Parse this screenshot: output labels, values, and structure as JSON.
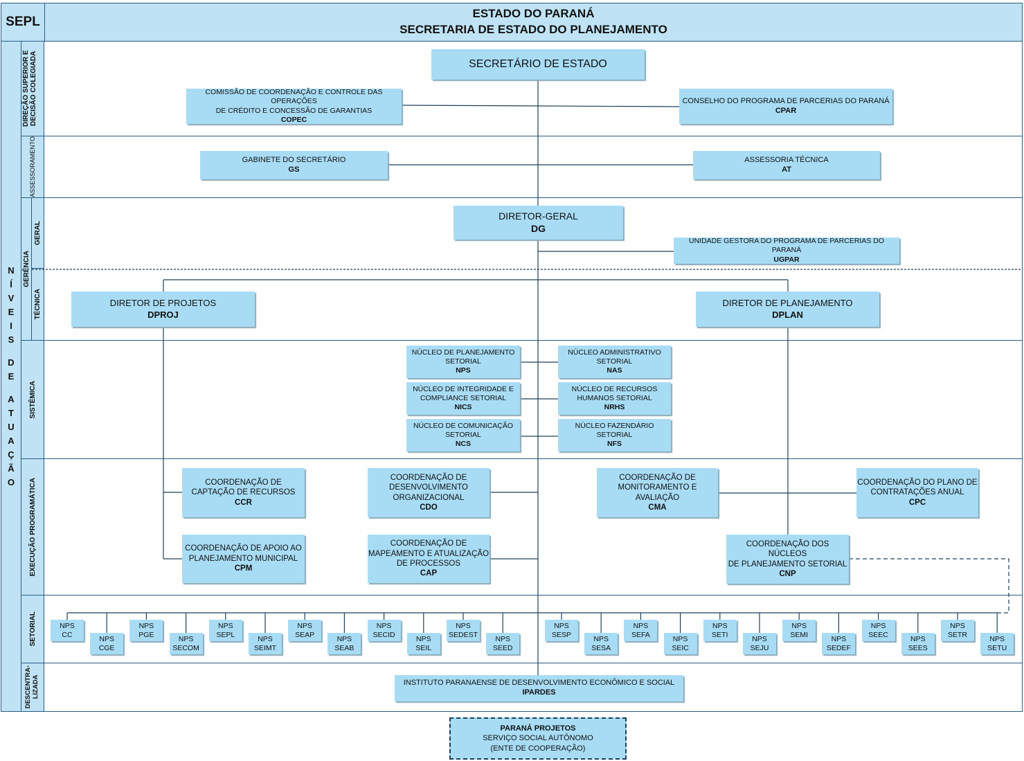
{
  "header": {
    "sepl": "SEPL",
    "title_line1": "ESTADO DO PARANÁ",
    "title_line2": "SECRETARIA DE ESTADO DO PLANEJAMENTO"
  },
  "levels": {
    "outer_label": "NÍVEIS DE ATUAÇÃO",
    "outer_letters": [
      "N",
      "Í",
      "V",
      "E",
      "I",
      "S",
      "",
      "D",
      "E",
      "",
      "A",
      "T",
      "U",
      "A",
      "Ç",
      "Ã",
      "O"
    ],
    "direcao": "DIREÇÃO SUPERIOR E DECISÃO COLEGIADA",
    "assessoramento": "ASSESSORAMENTO",
    "gerencia": "GERÊNCIA",
    "geral": "GERAL",
    "tecnica": "TÉCNICA",
    "sistemica": "SISTÊMICA",
    "execucao": "EXECUÇÃO PROGRAMÁTICA",
    "setorial": "SETORIAL",
    "descentralizada_1": "DESCENTRA-",
    "descentralizada_2": "LIZADA"
  },
  "secretario": "SECRETÁRIO DE ESTADO",
  "copec": {
    "l1": "COMISSÃO DE COORDENAÇÃO E CONTROLE DAS OPERAÇÕES",
    "l2": "DE CRÉDITO E CONCESSÃO DE GARANTIAS",
    "abbr": "COPEC"
  },
  "cpar": {
    "l1": "CONSELHO DO PROGRAMA DE PARCERIAS DO PARANÁ",
    "abbr": "CPAR"
  },
  "gs": {
    "l1": "GABINETE DO SECRETÁRIO",
    "abbr": "GS"
  },
  "at": {
    "l1": "ASSESSORIA TÉCNICA",
    "abbr": "AT"
  },
  "dg": {
    "l1": "DIRETOR-GERAL",
    "abbr": "DG"
  },
  "ugpar": {
    "l1": "UNIDADE GESTORA DO PROGRAMA DE PARCERIAS DO PARANÁ",
    "abbr": "UGPAR"
  },
  "dproj": {
    "l1": "DIRETOR DE PROJETOS",
    "abbr": "DPROJ"
  },
  "dplan": {
    "l1": "DIRETOR DE PLANEJAMENTO",
    "abbr": "DPLAN"
  },
  "nps": {
    "l1": "NÚCLEO DE PLANEJAMENTO",
    "l2": "SETORIAL",
    "abbr": "NPS"
  },
  "nics": {
    "l1": "NÚCLEO DE INTEGRIDADE E",
    "l2": "COMPLIANCE SETORIAL",
    "abbr": "NICS"
  },
  "ncs": {
    "l1": "NÚCLEO DE COMUNICAÇÃO",
    "l2": "SETORIAL",
    "abbr": "NCS"
  },
  "nas": {
    "l1": "NÚCLEO ADMINISTRATIVO",
    "l2": "SETORIAL",
    "abbr": "NAS"
  },
  "nrhs": {
    "l1": "NÚCLEO DE RECURSOS",
    "l2": "HUMANOS SETORIAL",
    "abbr": "NRHS"
  },
  "nfs": {
    "l1": "NÚCLEO FAZENDÁRIO SETORIAL",
    "abbr": "NFS"
  },
  "ccr": {
    "l1": "COORDENAÇÃO DE",
    "l2": "CAPTAÇÃO DE RECURSOS",
    "abbr": "CCR"
  },
  "cpm": {
    "l1": "COORDENAÇÃO DE APOIO AO",
    "l2": "PLANEJAMENTO MUNICIPAL",
    "abbr": "CPM"
  },
  "cdo": {
    "l1": "COORDENAÇÃO DE",
    "l2": "DESENVOLVIMENTO",
    "l3": "ORGANIZACIONAL",
    "abbr": "CDO"
  },
  "cap": {
    "l1": "COORDENAÇÃO DE",
    "l2": "MAPEAMENTO E ATUALIZAÇÃO",
    "l3": "DE PROCESSOS",
    "abbr": "CAP"
  },
  "cma": {
    "l1": "COORDENAÇÃO DE",
    "l2": "MONITORAMENTO E",
    "l3": "AVALIAÇÃO",
    "abbr": "CMA"
  },
  "cpc": {
    "l1": "COORDENAÇÃO DO PLANO DE",
    "l2": "CONTRATAÇÕES ANUAL",
    "abbr": "CPC"
  },
  "cnp": {
    "l1": "COORDENAÇÃO DOS NÚCLEOS",
    "l2": "DE PLANEJAMENTO SETORIAL",
    "abbr": "CNP"
  },
  "setorial_nps": {
    "prefix": "NPS",
    "left": [
      "CC",
      "CGE",
      "PGE",
      "SECOM",
      "SEPL",
      "SEIMT",
      "SEAP",
      "SEAB",
      "SECID",
      "SEIL",
      "SEDEST",
      "SEED"
    ],
    "right": [
      "SESP",
      "SESA",
      "SEFA",
      "SEIC",
      "SETI",
      "SEJU",
      "SEMI",
      "SEDEF",
      "SEEC",
      "SEES",
      "SETR",
      "SETU"
    ]
  },
  "ipardes": {
    "l1": "INSTITUTO PARANAENSE DE DESENVOLVIMENTO ECONÔMICO E SOCIAL",
    "abbr": "IPARDES"
  },
  "parana_projetos": {
    "l1": "PARANÁ PROJETOS",
    "l2": "SERVIÇO SOCIAL AUTÔNOMO",
    "l3": "(ENTE DE COOPERAÇÃO)"
  }
}
